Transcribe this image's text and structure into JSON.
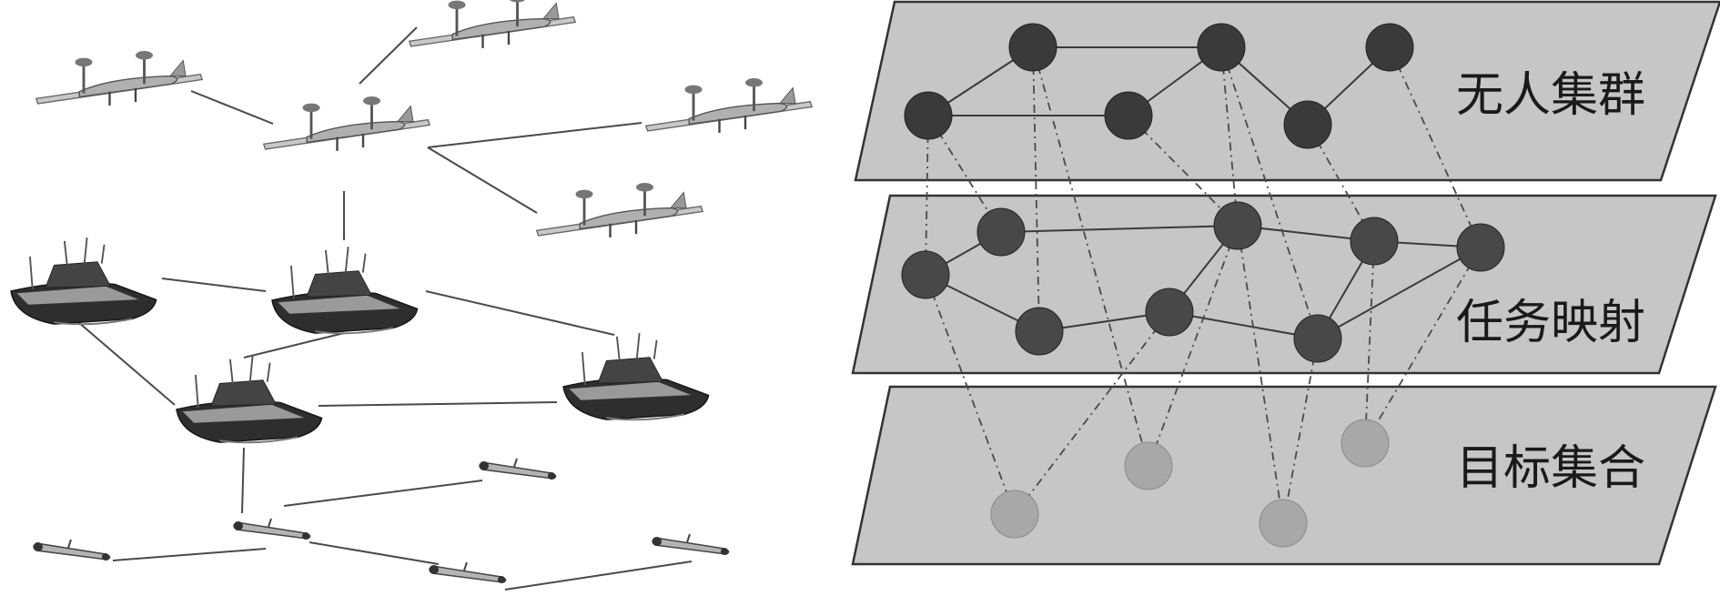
{
  "layers": [
    {
      "id": "swarm",
      "label": "无人集群"
    },
    {
      "id": "mapping",
      "label": "任务映射"
    },
    {
      "id": "targets",
      "label": "目标集合"
    }
  ],
  "colors": {
    "plane_fill": "#c8c8c8",
    "node_dark": "#3a3a3a",
    "node_mid": "#484848",
    "node_light": "#a8a8a8",
    "link": "#4a4a4a",
    "boat_hull": "#2e2e2e",
    "boat_deck": "#9a9a9a",
    "sub_body": "#b4b4b4"
  },
  "icons": {
    "aircraft": "uav-aircraft-icon",
    "boat": "usv-boat-icon",
    "submarine": "uuv-submarine-icon"
  }
}
